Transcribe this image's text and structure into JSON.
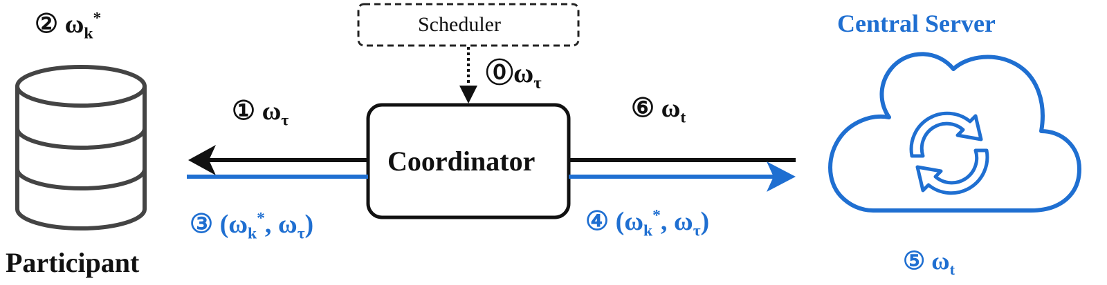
{
  "colors": {
    "black": "#111111",
    "blue": "#1f6fd1"
  },
  "nodes": {
    "scheduler": "Scheduler",
    "coordinator": "Coordinator",
    "participant": "Participant",
    "central_server": "Central Server"
  },
  "icons": {
    "participant": "database-icon",
    "central_server": "cloud-sync-icon"
  },
  "steps": {
    "s0": {
      "num": "⓪",
      "sym": "ω",
      "sub": "τ"
    },
    "s1": {
      "num": "①",
      "sym": "ω",
      "sub": "τ"
    },
    "s2": {
      "num": "②",
      "sym": "ω",
      "sub": "k",
      "sup": "*"
    },
    "s3": {
      "num": "③",
      "open": "(",
      "sym": "ω",
      "sub": "k",
      "sup": "*",
      "sep": ", ",
      "sym2": "ω",
      "sub2": "τ",
      "close": ")"
    },
    "s4": {
      "num": "④",
      "open": "(",
      "sym": "ω",
      "sub": "k",
      "sup": "*",
      "sep": ", ",
      "sym2": "ω",
      "sub2": "τ",
      "close": ")"
    },
    "s5": {
      "num": "⑤",
      "sym": "ω",
      "sub": "t"
    },
    "s6": {
      "num": "⑥",
      "sym": "ω",
      "sub": "t"
    }
  }
}
